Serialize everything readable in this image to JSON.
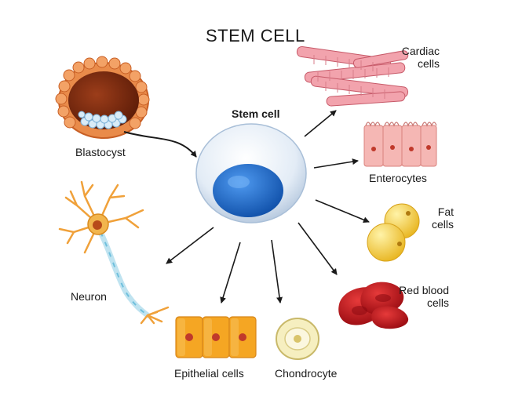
{
  "title": "STEM CELL",
  "center_label": "Stem cell",
  "nodes": [
    {
      "id": "blastocyst",
      "label": "Blastocyst"
    },
    {
      "id": "cardiac",
      "label_lines": [
        "Cardiac",
        "cells"
      ]
    },
    {
      "id": "enterocytes",
      "label": "Enterocytes"
    },
    {
      "id": "fat",
      "label_lines": [
        "Fat",
        "cells"
      ]
    },
    {
      "id": "rbc",
      "label_lines": [
        "Red blood",
        "cells"
      ]
    },
    {
      "id": "chondrocyte",
      "label": "Chondrocyte"
    },
    {
      "id": "epithelial",
      "label": "Epithelial cells"
    },
    {
      "id": "neuron",
      "label": "Neuron"
    }
  ],
  "colors": {
    "stem_membrane": "#dbe6f2",
    "stem_nucleus": "#1f6fcc",
    "cardiac": "#f2a3ad",
    "entero": "#f5b7b4",
    "fat": "#f6d24a",
    "rbc": "#c8141c",
    "chondro": "#f6efc0",
    "epithelial": "#f5a623",
    "neuron": "#f0a13a",
    "blasto_outer": "#e27a3c",
    "blasto_inner": "#7a2a10",
    "arrow": "#1a1a1a"
  }
}
